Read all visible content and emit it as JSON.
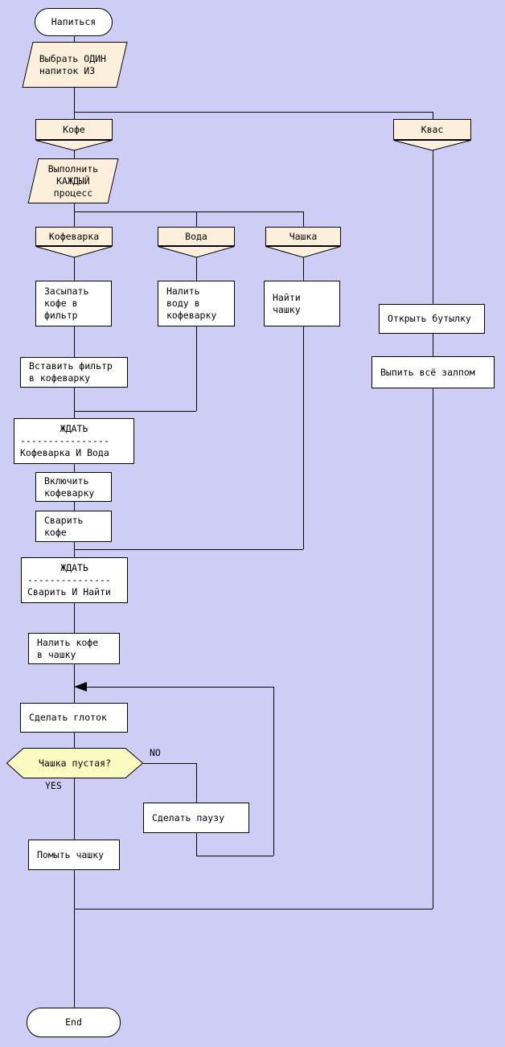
{
  "colors": {
    "background": "#cdcdf5",
    "shape_fill": "#fcefdc",
    "decision_fill": "#fbfbc1",
    "box_fill": "#ffffff",
    "line": "#000000"
  },
  "labels": {
    "no": "NO",
    "yes": "YES"
  },
  "nodes": {
    "start": "Напиться",
    "choose_drink": "Выбрать ОДИН\nнапиток ИЗ",
    "branch_coffee": "Кофе",
    "branch_kvass": "Квас",
    "run_each_process": "Выполнить\nКАЖДЫЙ\nпроцесс",
    "branch_coffee_maker": "Кофеварка",
    "branch_water": "Вода",
    "branch_cup": "Чашка",
    "put_coffee_in_filter": "Засыпать\nкофе в\nфильтр",
    "pour_water_into_maker": "Налить\nводу в\nкофеварку",
    "find_cup": "Найти\nчашку",
    "open_bottle": "Открыть бутылку",
    "insert_filter": "Вставить фильтр\nв кофеварку",
    "drink_all_at_once": "Выпить всё залпом",
    "wait_1": {
      "title": "ЖДАТЬ",
      "divider": "----------------",
      "condition": "Кофеварка И Вода"
    },
    "turn_on_maker": "Включить\nкофеварку",
    "brew_coffee": "Сварить\nкофе",
    "wait_2": {
      "title": "ЖДАТЬ",
      "divider": "---------------",
      "condition": "Сварить И Найти"
    },
    "pour_coffee_into_cup": "Налить кофе\nв чашку",
    "take_a_sip": "Сделать глоток",
    "cup_empty_question": "Чашка пустая?",
    "make_a_pause": "Сделать паузу",
    "wash_cup": "Помыть чашку",
    "end": "End"
  }
}
